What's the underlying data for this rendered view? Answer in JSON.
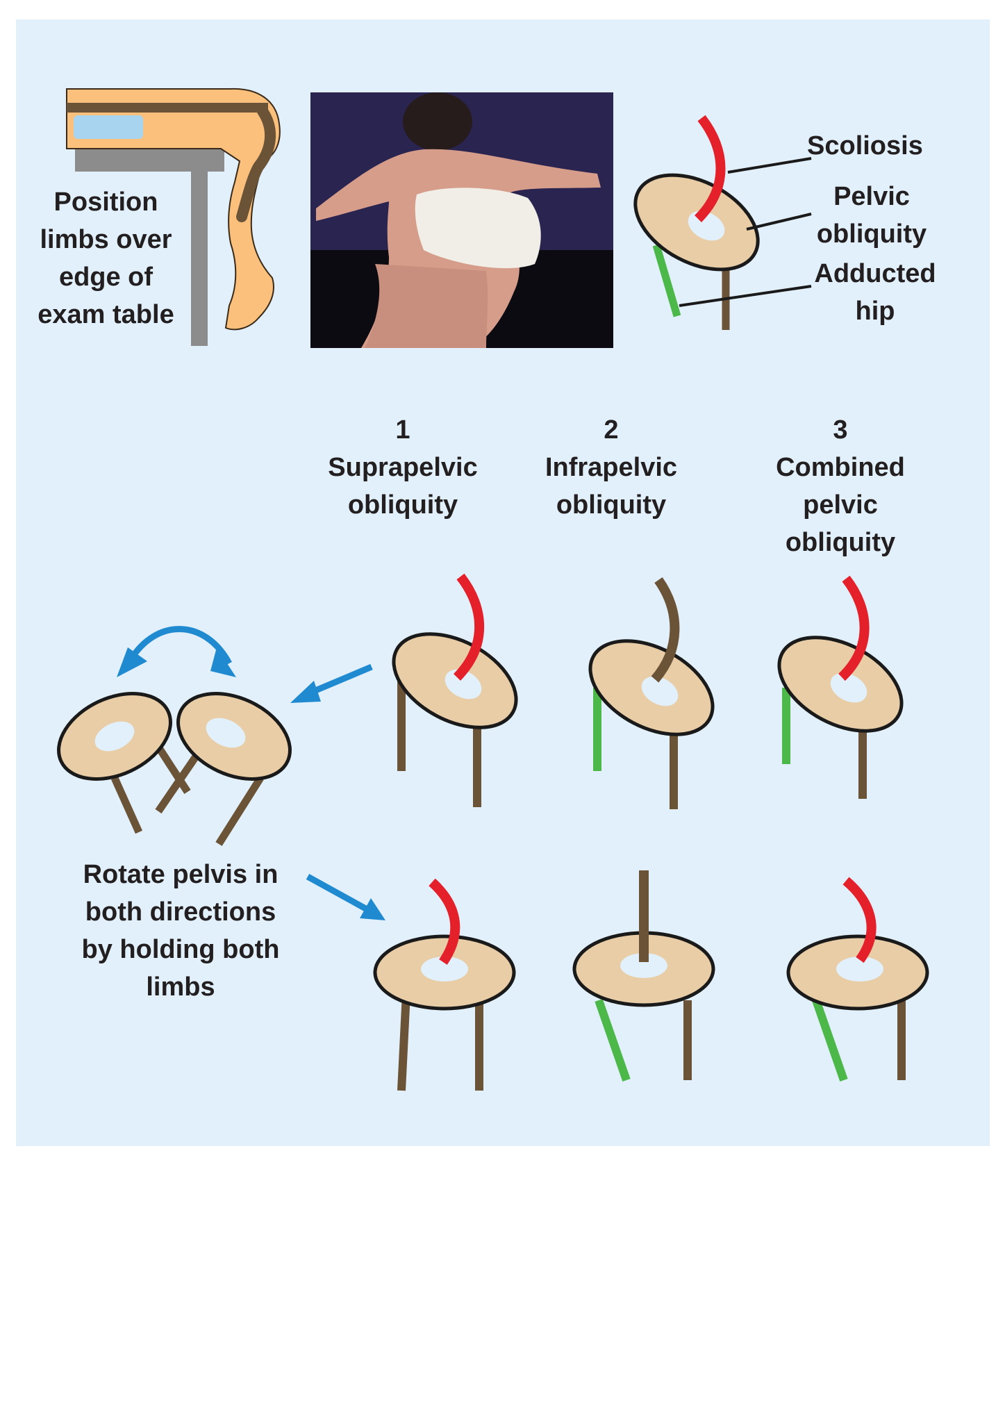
{
  "top_left_label": [
    "Position",
    "limbs over",
    "edge of",
    "exam table"
  ],
  "legend": {
    "scoliosis": "Scoliosis",
    "pelvic_obliquity": [
      "Pelvic",
      "obliquity"
    ],
    "adducted_hip": [
      "Adducted",
      "hip"
    ]
  },
  "columns": [
    {
      "number": "1",
      "title": [
        "Suprapelvic",
        "obliquity"
      ]
    },
    {
      "number": "2",
      "title": [
        "Infrapelvic",
        "obliquity"
      ]
    },
    {
      "number": "3",
      "title": [
        "Combined",
        "pelvic",
        "obliquity"
      ]
    }
  ],
  "rotate_label": [
    "Rotate pelvis in",
    "both directions",
    "by holding both",
    "limbs"
  ],
  "colors": {
    "background": "#e1f0fa",
    "pelvis_fill": "#e8cda6",
    "pelvis_hole": "#e1f0fa",
    "outline": "#1a1a1a",
    "spine_red": "#e4202a",
    "spine_brown": "#6b5337",
    "limb_brown": "#6b5337",
    "limb_green": "#4cb84a",
    "arrow_blue": "#1f8ad0",
    "skin": "#fbc07c",
    "table_gray": "#8c8c8c"
  },
  "icons": [
    "exam-table-leg-illustration",
    "patient-photo",
    "pelvis-stool-figure",
    "double-headed-rotation-arrow",
    "pointer-arrow"
  ]
}
